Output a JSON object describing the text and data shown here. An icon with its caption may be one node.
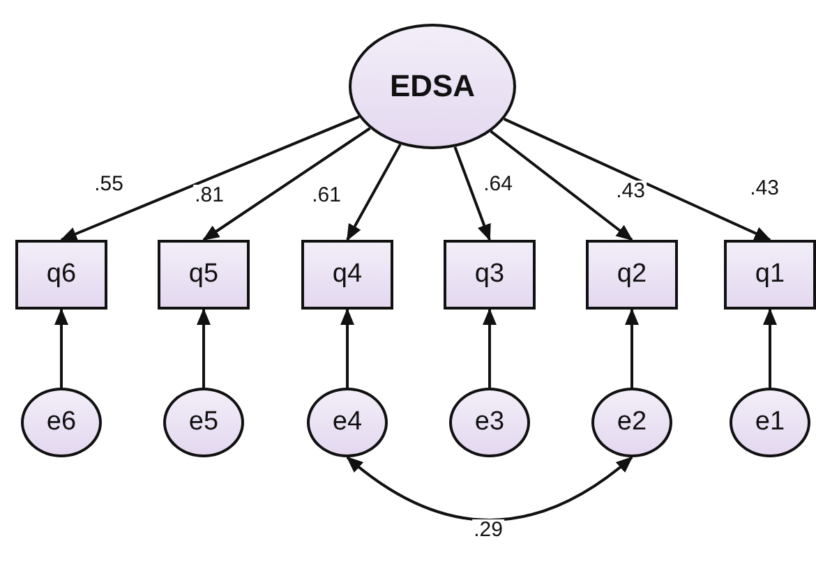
{
  "diagram": {
    "nodes": [
      {
        "text": [
          "EDSA"
        ]
      },
      {
        "text": [
          "q6"
        ]
      },
      {
        "text": [
          "q5"
        ]
      },
      {
        "text": [
          "q4"
        ]
      },
      {
        "text": [
          "q3"
        ]
      },
      {
        "text": [
          "q2"
        ]
      },
      {
        "text": [
          "q1"
        ]
      },
      {
        "text": [
          "e6"
        ]
      },
      {
        "text": [
          "e5"
        ]
      },
      {
        "text": [
          "e4"
        ]
      },
      {
        "text": [
          "e3"
        ]
      },
      {
        "text": [
          "e2"
        ]
      },
      {
        "text": [
          "e1"
        ]
      }
    ],
    "edges": [
      {
        "from": 0,
        "to": 1,
        "arrow": "to",
        "label": ".55"
      },
      {
        "from": 0,
        "to": 2,
        "arrow": "to",
        "label": ".81"
      },
      {
        "from": 0,
        "to": 3,
        "arrow": "to",
        "label": ".61"
      },
      {
        "from": 0,
        "to": 4,
        "arrow": "to",
        "label": ".64"
      },
      {
        "from": 0,
        "to": 5,
        "arrow": "to",
        "label": ".43"
      },
      {
        "from": 0,
        "to": 6,
        "arrow": "to",
        "label": ".43"
      },
      {
        "from": 7,
        "to": 1,
        "arrow": "to"
      },
      {
        "from": 8,
        "to": 2,
        "arrow": "to"
      },
      {
        "from": 9,
        "to": 3,
        "arrow": "to"
      },
      {
        "from": 10,
        "to": 4,
        "arrow": "to"
      },
      {
        "from": 11,
        "to": 5,
        "arrow": "to"
      },
      {
        "from": 12,
        "to": 6,
        "arrow": "to"
      },
      {
        "from": 9,
        "to": 11,
        "arrow": "both",
        "label": ".29"
      }
    ]
  }
}
